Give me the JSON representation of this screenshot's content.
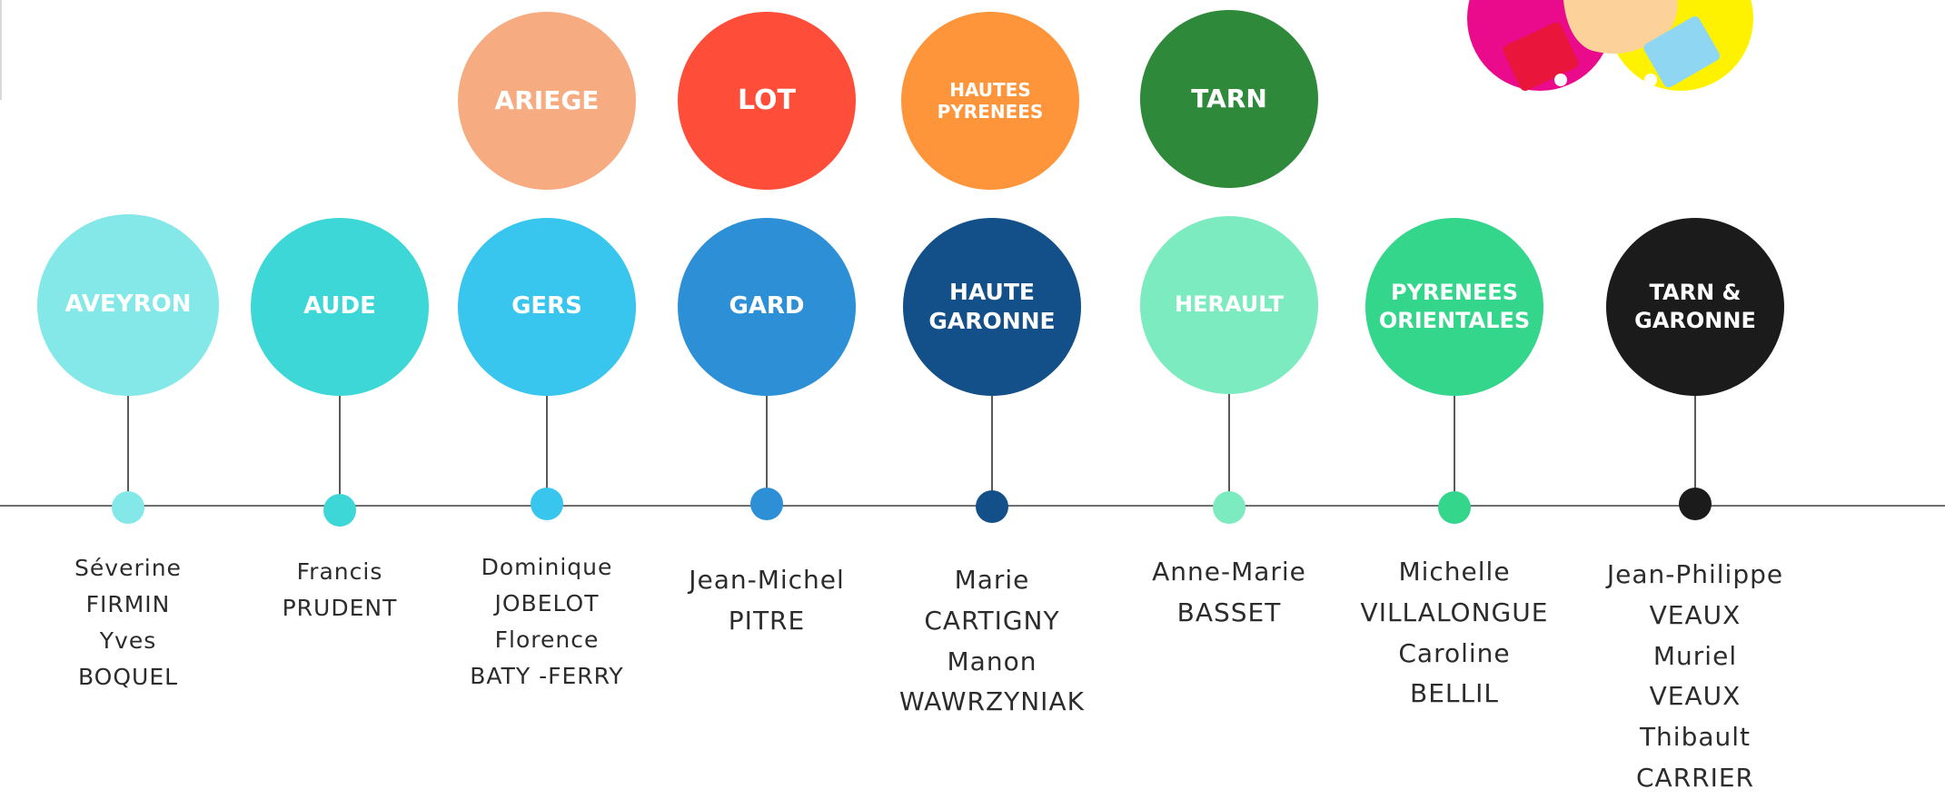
{
  "top_circles": [
    {
      "label": "ARIEGE",
      "color": "#f6ac80"
    },
    {
      "label": "LOT",
      "color": "#fe4e39"
    },
    {
      "label": "HAUTES\nPYRENEES",
      "color": "#fe953a"
    },
    {
      "label": "TARN",
      "color": "#2e8a3a"
    }
  ],
  "departments": [
    {
      "label": "AVEYRON",
      "color": "#84e8e8",
      "names": "Séverine\nFIRMIN\nYves\nBOQUEL"
    },
    {
      "label": "AUDE",
      "color": "#3ed7d7",
      "names": "Francis\nPRUDENT"
    },
    {
      "label": "GERS",
      "color": "#38c5ee",
      "names": "Dominique\nJOBELOT\nFlorence\nBATY -FERRY"
    },
    {
      "label": "GARD",
      "color": "#2d90d6",
      "names": "Jean-Michel\nPITRE"
    },
    {
      "label": "HAUTE\nGARONNE",
      "color": "#134f88",
      "names": "Marie\nCARTIGNY\nManon\nWAWRZYNIAK"
    },
    {
      "label": "HERAULT",
      "color": "#7debc0",
      "names": "Anne-Marie\nBASSET"
    },
    {
      "label": "PYRENEES\nORIENTALES",
      "color": "#34d68c",
      "names": "Michelle\nVILLALONGUE\nCaroline\nBELLIL"
    },
    {
      "label": "TARN &\nGARONNE",
      "color": "#1b1b1b",
      "names": "Jean-Philippe\nVEAUX\nMuriel\nVEAUX\nThibault\nCARRIER"
    }
  ],
  "logo": {
    "colors": [
      "#ea0a8c",
      "#fff200",
      "#e9153b",
      "#8fd6f2",
      "#fcd29a"
    ]
  }
}
